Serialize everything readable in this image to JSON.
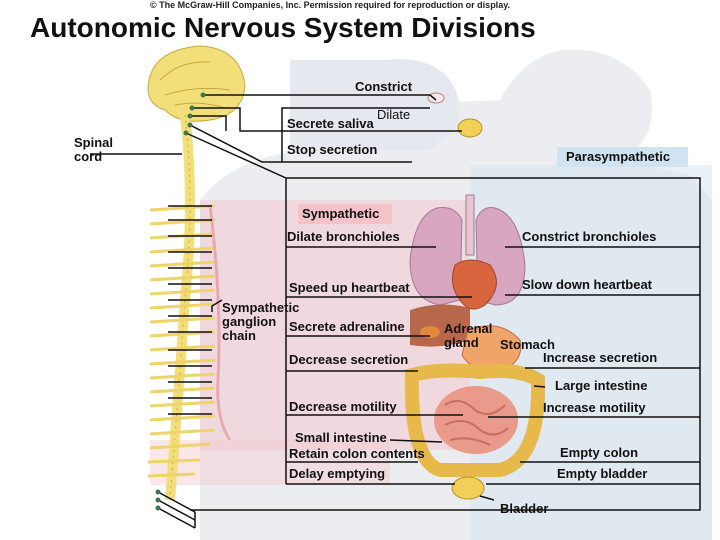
{
  "copyright": "© The McGraw-Hill Companies, Inc. Permission required for reproduction or display.",
  "title": "Autonomic Nervous System Divisions",
  "labels": {
    "spinal_cord_line1": "Spinal",
    "spinal_cord_line2": "cord",
    "sympathetic_chain_line1": "Sympathetic",
    "sympathetic_chain_line2": "ganglion",
    "sympathetic_chain_line3": "chain",
    "sympathetic": "Sympathetic",
    "parasympathetic": "Parasympathetic"
  },
  "effects": {
    "constrict": "Constrict",
    "dilate": "Dilate",
    "secrete_saliva": "Secrete saliva",
    "stop_secretion": "Stop secretion",
    "dilate_bronchioles": "Dilate bronchioles",
    "constrict_bronchioles": "Constrict bronchioles",
    "speed_up_heartbeat": "Speed up heartbeat",
    "slow_down_heartbeat": "Slow down heartbeat",
    "secrete_adrenaline": "Secrete adrenaline",
    "decrease_secretion": "Decrease secretion",
    "increase_secretion": "Increase secretion",
    "decrease_motility": "Decrease motility",
    "increase_motility": "Increase motility",
    "retain_colon_contents": "Retain colon contents",
    "empty_colon": "Empty colon",
    "delay_emptying": "Delay emptying",
    "empty_bladder": "Empty bladder"
  },
  "organs": {
    "adrenal_line1": "Adrenal",
    "adrenal_line2": "gland",
    "stomach": "Stomach",
    "large_intestine": "Large intestine",
    "small_intestine": "Small intestine",
    "bladder": "Bladder"
  },
  "colors": {
    "sympathetic": "#f4c2c8",
    "parasympathetic": "#cfe3f0",
    "spinal_cord": "#f2df7a",
    "nerve_line": "#111111"
  }
}
